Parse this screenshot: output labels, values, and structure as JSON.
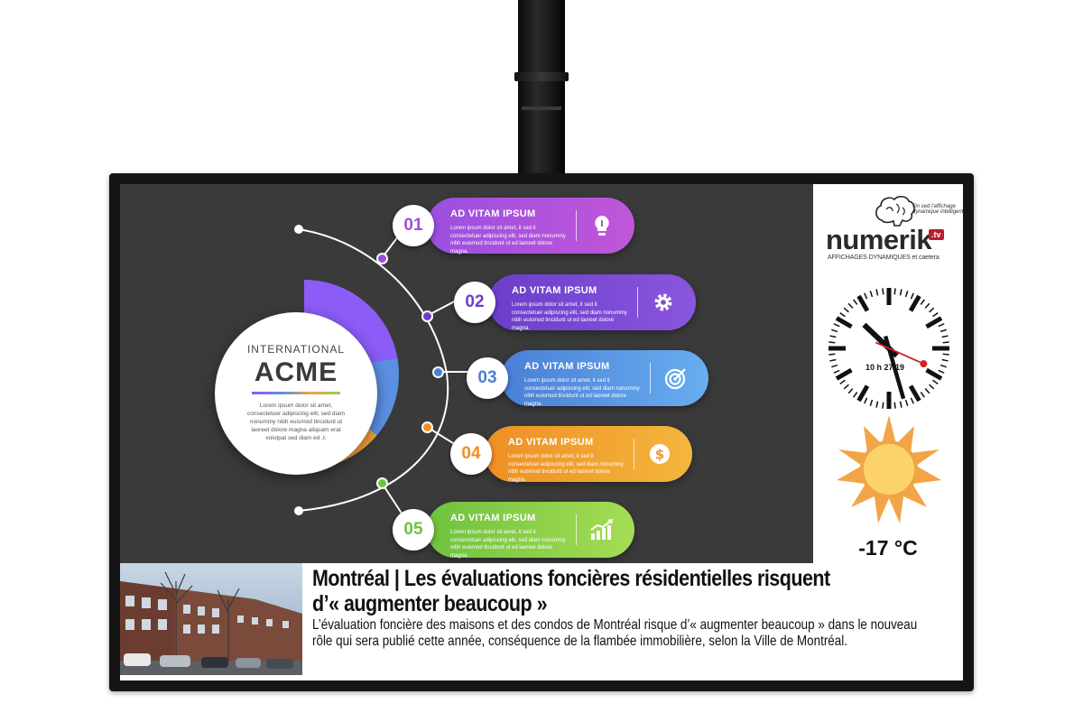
{
  "infographic": {
    "center": {
      "kicker": "INTERNATIONAL",
      "brand": "ACME",
      "description": "Lorem ipsum dolor sit amet, consectetuer adipiscing elit, sed diam nonummy nibh euismod tincidunt ut laoreet dolore magna aliquam erat volutpat sed diam ed .t."
    },
    "steps": [
      {
        "number": "01",
        "title": "AD VITAM IPSUM",
        "text": "Lorem ipsum dolor sit amet, it sed it consectetuer adipiscing elit, sed diam nonummy nibh euismod tincidunt ut ed laoreet dolore magna.",
        "icon": "lightbulb-icon",
        "color_from": "#9b4fe0",
        "color_to": "#c056d8"
      },
      {
        "number": "02",
        "title": "AD VITAM IPSUM",
        "text": "Lorem ipsum dolor sit amet, it sed it consectetuer adipiscing elit, sed diam nonummy nibh euismod tincidunt ut ed laoreet dolore magna.",
        "icon": "gear-icon",
        "color_from": "#6a3fc8",
        "color_to": "#8a55df"
      },
      {
        "number": "03",
        "title": "AD VITAM IPSUM",
        "text": "Lorem ipsum dolor sit amet, it sed it consectetuer adipiscing elit, sed diam nonummy nibh euismod tincidunt ut ed laoreet dolore magna.",
        "icon": "target-icon",
        "color_from": "#4a7fd6",
        "color_to": "#68aef0"
      },
      {
        "number": "04",
        "title": "AD VITAM IPSUM",
        "text": "Lorem ipsum dolor sit amet, it sed it consectetuer adipiscing elit, sed diam nonummy nibh euismod tincidunt ut ed laoreet dolore magna.",
        "icon": "dollar-icon",
        "color_from": "#ee8f25",
        "color_to": "#f4b63e"
      },
      {
        "number": "05",
        "title": "AD VITAM IPSUM",
        "text": "Lorem ipsum dolor sit amet, it sed it consectetuer adipiscing elit, sed diam nonummy nibh euismod tincidunt ut ed laoreet dolore magna.",
        "icon": "growth-chart-icon",
        "color_from": "#6fc23e",
        "color_to": "#a6dc55"
      }
    ]
  },
  "sidebar": {
    "logo_word": "numerik",
    "logo_tld": ".tv",
    "logo_tagline": "On sed l'affichage dynamique intelligent.",
    "logo_subtitle": "AFFICHAGES DYNAMIQUES et caetera",
    "clock": {
      "readout": "10 h 27 19",
      "hours": 10,
      "minutes": 27,
      "seconds": 19
    },
    "weather": {
      "icon": "sun-icon",
      "temperature": "-17 °C"
    }
  },
  "news": {
    "title_line1": "Montréal | Les évaluations foncières résidentielles risquent",
    "title_line2": "d’« augmenter beaucoup »",
    "body": "L’évaluation foncière des maisons et des condos de Montréal risque d’« augmenter beaucoup » dans le nouveau rôle qui sera publié cette année, conséquence de la flambée immobilière, selon la Ville de Montréal."
  }
}
